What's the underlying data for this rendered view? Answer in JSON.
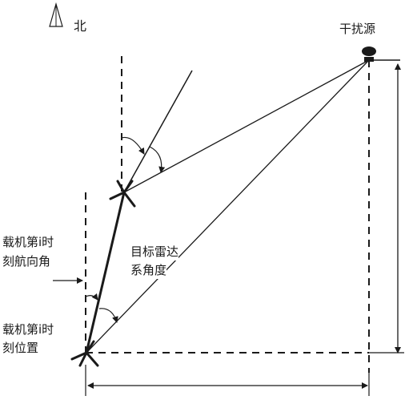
{
  "labels": {
    "north": "北",
    "jammer": "干扰源",
    "heading_line1": "载机第i时",
    "heading_line2": "刻航向角",
    "position_line1": "载机第i时",
    "position_line2": "刻位置",
    "radar_line1": "目标雷达",
    "radar_line2": "系角度"
  },
  "colors": {
    "stroke": "#1a1a1a",
    "text": "#1a1a1a",
    "background": "#ffffff"
  },
  "icons": [
    "north-arrow-icon",
    "aircraft-icon",
    "jammer-source-icon"
  ]
}
